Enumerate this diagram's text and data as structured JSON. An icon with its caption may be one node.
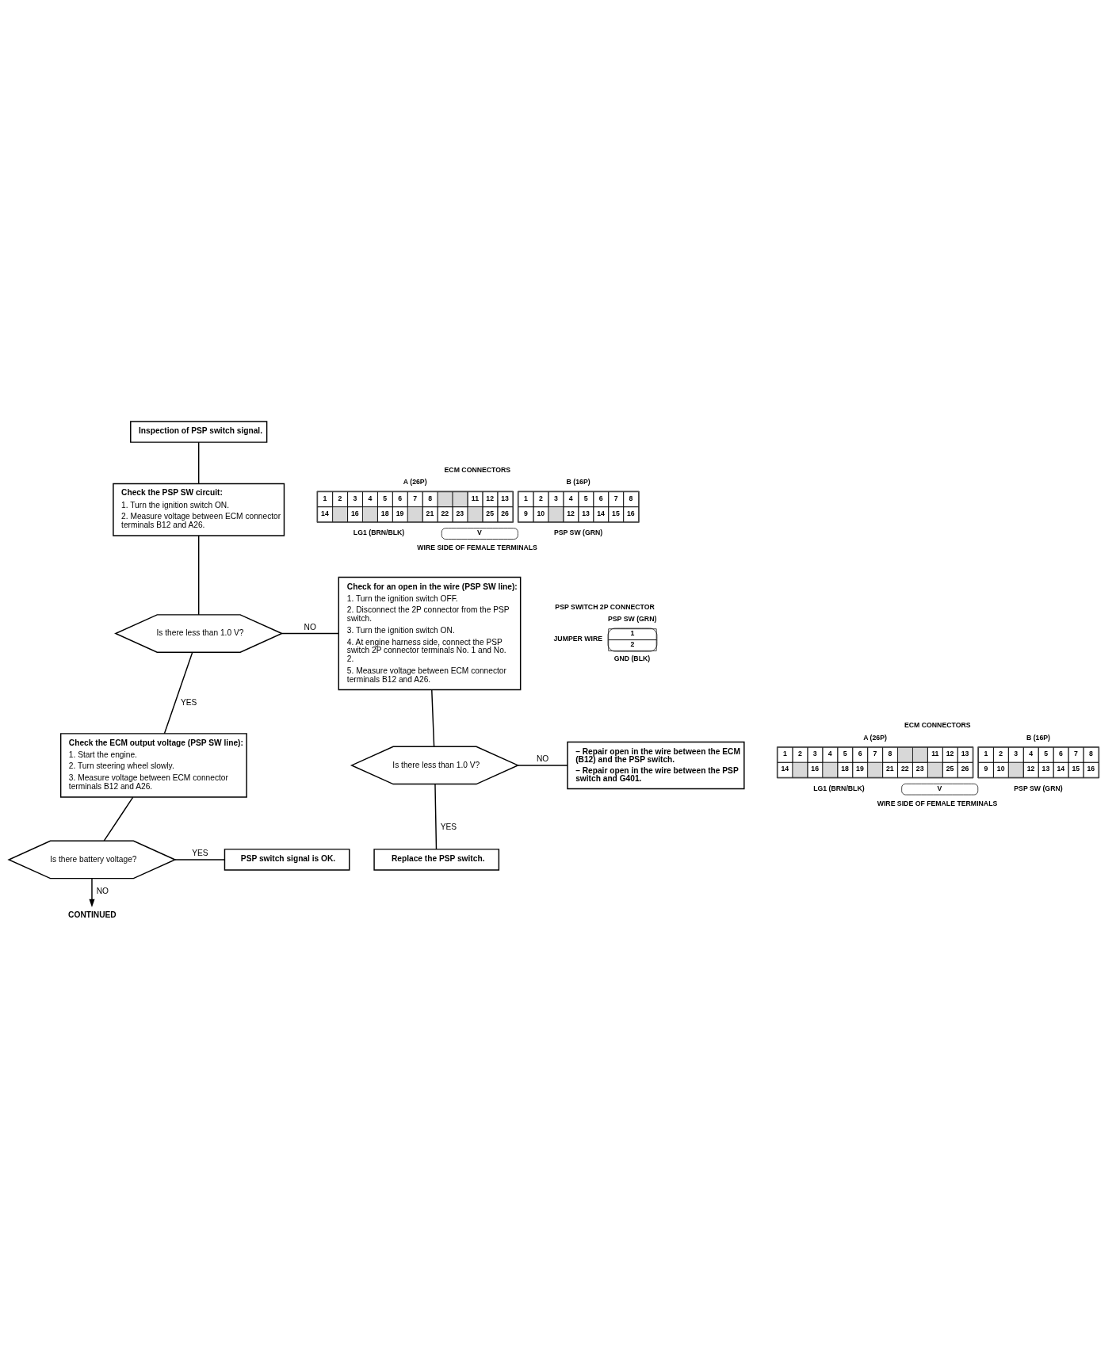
{
  "diagram": {
    "nodes": [
      {
        "text": [
          "Inspection of PSP switch signal."
        ]
      },
      {
        "text": [
          "Check the PSP SW circuit:",
          "1. Turn the ignition switch ON.",
          "2. Measure voltage between ECM connector terminals B12 and A26."
        ]
      },
      {
        "text": [
          "Is there less than 1.0 V?"
        ]
      },
      {
        "text": [
          "Check for an open in the wire (PSP SW line):",
          "1. Turn the ignition switch OFF.",
          "2. Disconnect the 2P connector from the PSP switch.",
          "3. Turn the ignition switch ON.",
          "4. At engine harness side, connect the PSP switch 2P connector terminals No. 1 and No. 2.",
          "5. Measure voltage between ECM connector terminals B12 and A26."
        ]
      },
      {
        "text": [
          "Is there less than 1.0 V?"
        ]
      },
      {
        "text": [
          "– Repair open in the wire between the ECM (B12) and the PSP switch.",
          "– Repair open in the wire between the PSP switch and G401."
        ]
      },
      {
        "text": [
          "Replace the PSP switch."
        ]
      },
      {
        "text": [
          "Check the ECM output voltage (PSP SW line):",
          "1. Start the engine.",
          "2. Turn steering wheel slowly.",
          "3. Measure voltage between ECM connector terminals B12 and A26."
        ]
      },
      {
        "text": [
          "Is there battery voltage?"
        ]
      },
      {
        "text": [
          "PSP switch signal is OK."
        ]
      },
      {
        "text": [
          "CONTINUED"
        ]
      }
    ],
    "edges": [
      {
        "from": 0,
        "to": 1,
        "arrow": "none"
      },
      {
        "from": 1,
        "to": 2,
        "arrow": "none"
      },
      {
        "from": 2,
        "to": 3,
        "arrow": "none",
        "label": "NO"
      },
      {
        "from": 2,
        "to": 7,
        "arrow": "none",
        "label": "YES"
      },
      {
        "from": 3,
        "to": 4,
        "arrow": "none"
      },
      {
        "from": 4,
        "to": 5,
        "arrow": "none",
        "label": "NO"
      },
      {
        "from": 4,
        "to": 6,
        "arrow": "none",
        "label": "YES"
      },
      {
        "from": 7,
        "to": 8,
        "arrow": "none"
      },
      {
        "from": 8,
        "to": 9,
        "arrow": "none",
        "label": "YES"
      },
      {
        "from": 8,
        "to": 10,
        "arrow": "to",
        "label": "NO"
      }
    ],
    "labels": [
      "ECM CONNECTORS",
      "A (26P)",
      "B (16P)",
      "1",
      "2",
      "3",
      "4",
      "5",
      "6",
      "7",
      "8",
      "11",
      "12",
      "13",
      "14",
      "16",
      "18",
      "19",
      "21",
      "22",
      "23",
      "25",
      "26",
      "1",
      "2",
      "3",
      "4",
      "5",
      "6",
      "7",
      "8",
      "9",
      "10",
      "12",
      "13",
      "14",
      "15",
      "16",
      "LG1 (BRN/BLK)",
      "V",
      "PSP SW (GRN)",
      "WIRE SIDE OF FEMALE TERMINALS",
      "PSP SWITCH 2P CONNECTOR",
      "PSP SW (GRN)",
      "JUMPER WIRE",
      "1",
      "2",
      "GND (BLK)",
      "ECM CONNECTORS",
      "A (26P)",
      "B (16P)",
      "1",
      "2",
      "3",
      "4",
      "5",
      "6",
      "7",
      "8",
      "11",
      "12",
      "13",
      "14",
      "16",
      "18",
      "19",
      "21",
      "22",
      "23",
      "25",
      "26",
      "1",
      "2",
      "3",
      "4",
      "5",
      "6",
      "7",
      "8",
      "9",
      "10",
      "12",
      "13",
      "14",
      "15",
      "16",
      "LG1 (BRN/BLK)",
      "V",
      "PSP SW (GRN)",
      "WIRE SIDE OF FEMALE TERMINALS"
    ]
  }
}
